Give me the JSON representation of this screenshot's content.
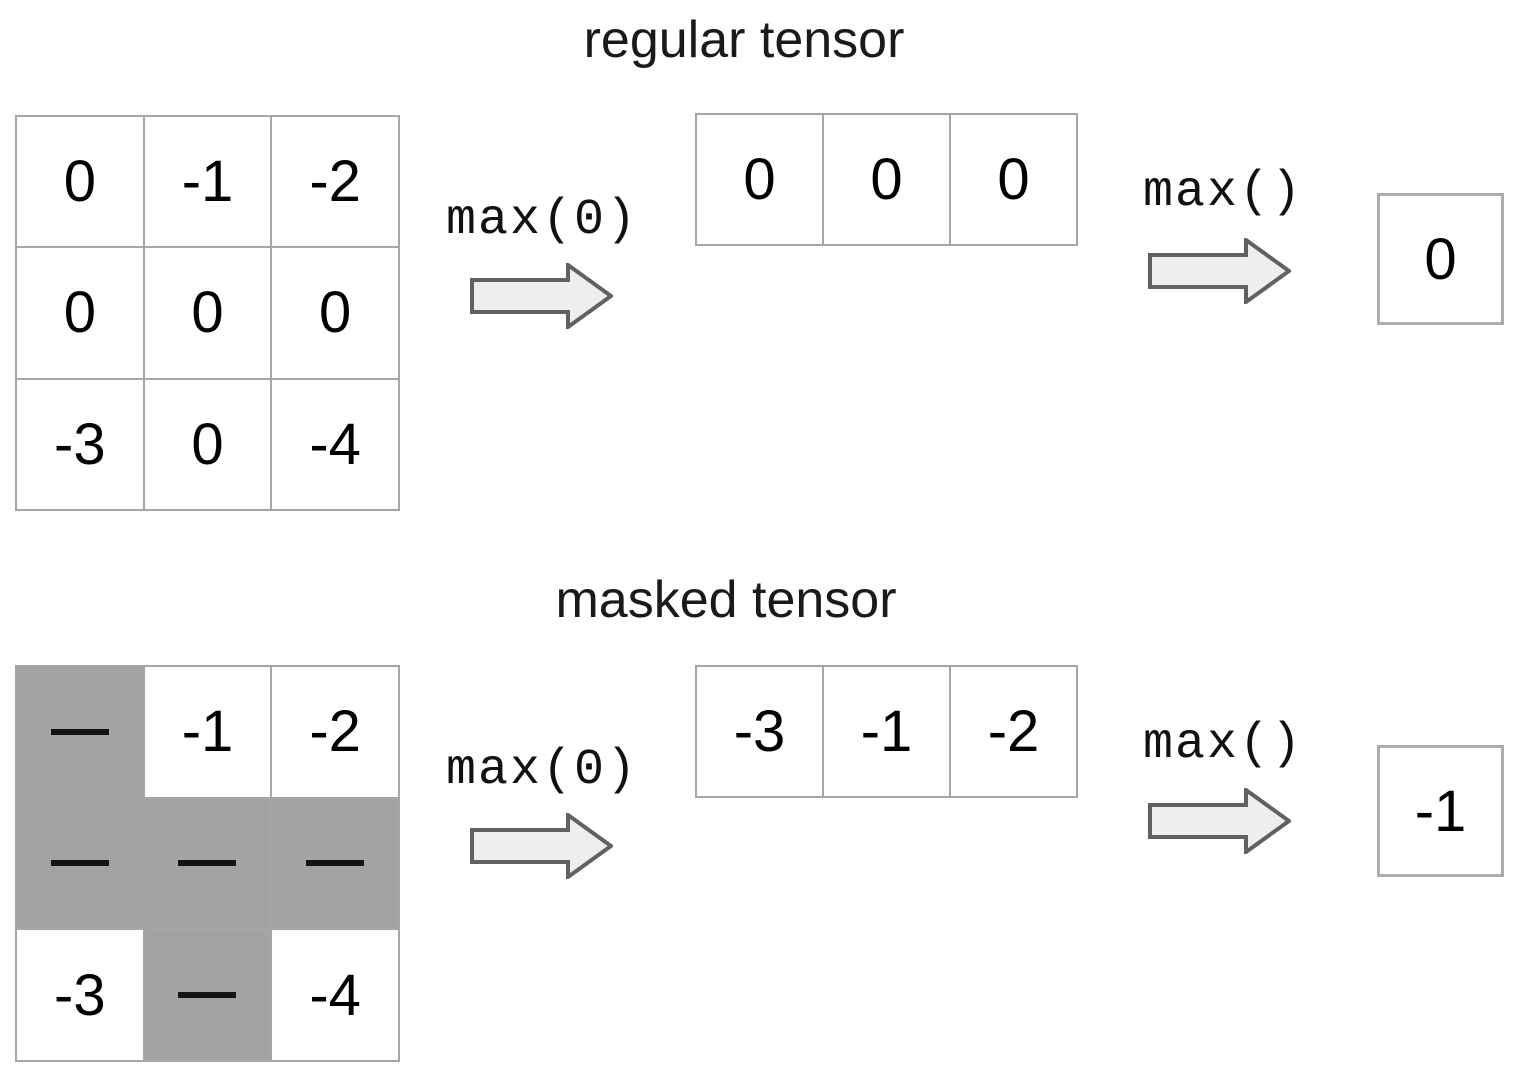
{
  "figure": {
    "mask_symbol": "—",
    "colors": {
      "mask_fill": "#a3a3a3",
      "grid_line": "#a6a6a6",
      "arrow_fill": "#eeeeee",
      "arrow_stroke": "#616161",
      "text": "#000000"
    }
  },
  "sections": [
    {
      "id": "regular",
      "title": "regular tensor",
      "grid": {
        "rows": [
          [
            {
              "value": "0",
              "masked": false
            },
            {
              "value": "-1",
              "masked": false
            },
            {
              "value": "-2",
              "masked": false
            }
          ],
          [
            {
              "value": "0",
              "masked": false
            },
            {
              "value": "0",
              "masked": false
            },
            {
              "value": "0",
              "masked": false
            }
          ],
          [
            {
              "value": "-3",
              "masked": false
            },
            {
              "value": "0",
              "masked": false
            },
            {
              "value": "-4",
              "masked": false
            }
          ]
        ]
      },
      "op1": "max(0)",
      "reduced_row": [
        "0",
        "0",
        "0"
      ],
      "op2": "max()",
      "result": "0"
    },
    {
      "id": "masked",
      "title": "masked tensor",
      "grid": {
        "rows": [
          [
            {
              "value": "—",
              "masked": true
            },
            {
              "value": "-1",
              "masked": false
            },
            {
              "value": "-2",
              "masked": false
            }
          ],
          [
            {
              "value": "—",
              "masked": true
            },
            {
              "value": "—",
              "masked": true
            },
            {
              "value": "—",
              "masked": true
            }
          ],
          [
            {
              "value": "-3",
              "masked": false
            },
            {
              "value": "—",
              "masked": true
            },
            {
              "value": "-4",
              "masked": false
            }
          ]
        ]
      },
      "op1": "max(0)",
      "reduced_row": [
        "-3",
        "-1",
        "-2"
      ],
      "op2": "max()",
      "result": "-1"
    }
  ]
}
